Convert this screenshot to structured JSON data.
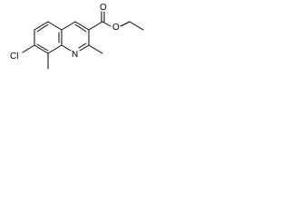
{
  "molecule": {
    "atoms": {
      "chlorine": "Cl",
      "nitrogen": "N",
      "carbonyl_oxygen": "O",
      "ester_oxygen": "O"
    }
  }
}
